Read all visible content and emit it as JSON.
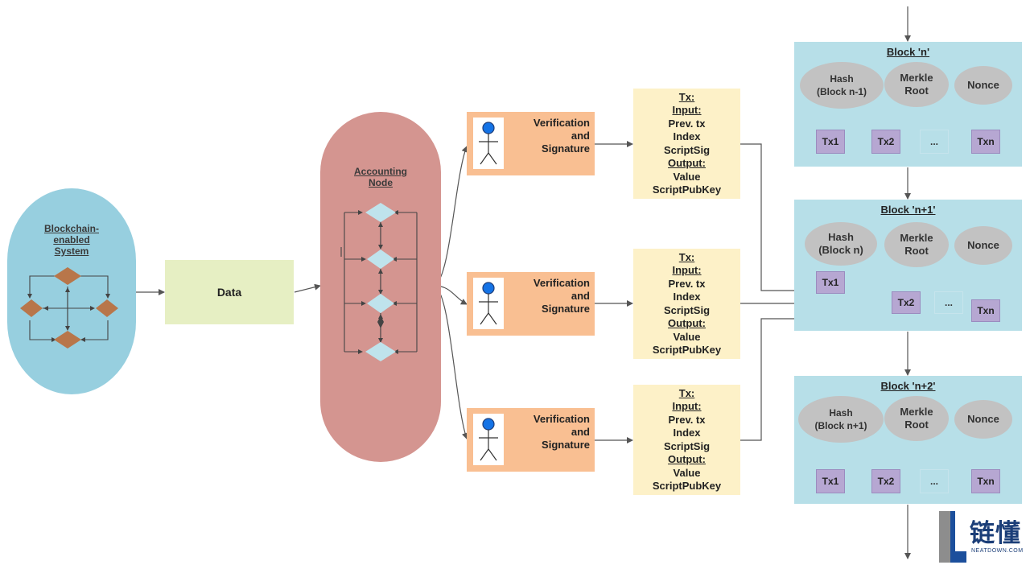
{
  "system": {
    "title": "Blockchain-\nenabled\nSystem"
  },
  "data_box": {
    "label": "Data"
  },
  "accounting_node": {
    "title": "Accounting\nNode"
  },
  "verification": {
    "label": "Verification\nand\nSignature"
  },
  "tx": {
    "title": "Tx:",
    "input_label": "Input:",
    "prev": "Prev. tx",
    "index": "Index",
    "scriptsig": "ScriptSig",
    "output_label": "Output:",
    "value": "Value",
    "scriptpubkey": "ScriptPubKey"
  },
  "blocks": [
    {
      "title": "Block 'n'",
      "hash": "Hash\n(Block n-1)",
      "merkle": "Merkle\nRoot",
      "nonce": "Nonce",
      "txs": [
        "Tx1",
        "Tx2",
        "...",
        "Txn"
      ]
    },
    {
      "title": "Block 'n+1'",
      "hash": "Hash\n(Block n)",
      "merkle": "Merkle\nRoot",
      "nonce": "Nonce",
      "txs": [
        "Tx1",
        "Tx2",
        "...",
        "Txn"
      ]
    },
    {
      "title": "Block 'n+2'",
      "hash": "Hash\n(Block n+1)",
      "merkle": "Merkle\nRoot",
      "nonce": "Nonce",
      "txs": [
        "Tx1",
        "Tx2",
        "...",
        "Txn"
      ]
    }
  ],
  "logo": {
    "cn": "链懂",
    "en": "NEATDOWN.COM"
  },
  "colors": {
    "system": "#97cfdf",
    "data": "#e6efc3",
    "accounting": "#d49590",
    "verification": "#f9bf92",
    "tx": "#fdf1c8",
    "block": "#b7dfe8",
    "oval": "#c2c2c2",
    "tx_chip": "#b6a7d2",
    "diamond_brown": "#b8764a",
    "diamond_light": "#bfe3ec"
  },
  "icons": {
    "actor": "stick-figure-icon",
    "logo_mark": "logo-l-mark"
  }
}
